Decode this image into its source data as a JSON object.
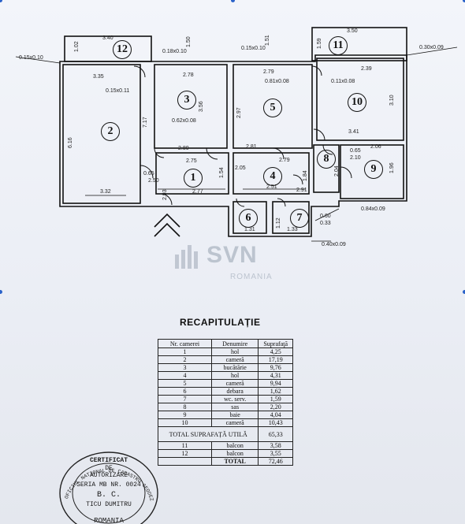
{
  "rooms": [
    {
      "id": "1",
      "label": "1"
    },
    {
      "id": "2",
      "label": "2"
    },
    {
      "id": "3",
      "label": "3"
    },
    {
      "id": "4",
      "label": "4"
    },
    {
      "id": "5",
      "label": "5"
    },
    {
      "id": "6",
      "label": "6"
    },
    {
      "id": "7",
      "label": "7"
    },
    {
      "id": "8",
      "label": "8"
    },
    {
      "id": "9",
      "label": "9"
    },
    {
      "id": "10",
      "label": "10"
    },
    {
      "id": "11",
      "label": "11"
    },
    {
      "id": "12",
      "label": "12"
    }
  ],
  "dimensions": {
    "d1": "3.40",
    "d2": "3.50",
    "d3": "2.78",
    "d4": "2.79",
    "d5": "2.39",
    "d6": "3.35",
    "d7": "6.16",
    "d8": "3.32",
    "d9": "2.77",
    "d10": "2.75",
    "d11": "2.80",
    "d12": "2.81",
    "d13": "2.79",
    "d14": "3.41",
    "d15": "2.06",
    "d16": "3.10",
    "d17": "1.96",
    "d18": "3.56",
    "d19": "2.97",
    "d20": "7.17",
    "d21": "1.31",
    "d22": "1.33",
    "d23": "2.51",
    "d24": "2.91",
    "d25": "0.60",
    "d26": "0.33",
    "d27": "0.40x0.09",
    "d28": "0.84x0.09",
    "d29": "0.30x0.09",
    "d30": "0.15x0.10",
    "d31": "0.15x0.11",
    "d32": "0.62x0.08",
    "d33": "0.81x0.08",
    "d34": "0.11x0.08",
    "d35": "0.18x0.10",
    "d36": "0.15x0.10",
    "d37": "0.65",
    "d38": "2.10",
    "d39": "1.02",
    "d40": "1.50",
    "d41": "1.51",
    "d42": "1.59",
    "d43": "2.05",
    "d44": "2.04",
    "d45": "2.50",
    "d46": "0.65",
    "d47": "2.93",
    "d48": "1.54",
    "d49": "1.84",
    "d50": "1.12"
  },
  "watermark": {
    "brand": "SVN",
    "sub": "ROMANIA"
  },
  "recap": {
    "title": "RECAPITULAȚIE",
    "headers": {
      "num": "Nr. camerei",
      "name": "Denumire",
      "area": "Suprafaţă"
    },
    "rows": [
      {
        "num": "1",
        "name": "hol",
        "area": "4,25"
      },
      {
        "num": "2",
        "name": "cameră",
        "area": "17,19"
      },
      {
        "num": "3",
        "name": "bucătărie",
        "area": "9,76"
      },
      {
        "num": "4",
        "name": "hol",
        "area": "4,31"
      },
      {
        "num": "5",
        "name": "cameră",
        "area": "9,94"
      },
      {
        "num": "6",
        "name": "debara",
        "area": "1,62"
      },
      {
        "num": "7",
        "name": "wc. serv.",
        "area": "1,59"
      },
      {
        "num": "8",
        "name": "sas",
        "area": "2,20"
      },
      {
        "num": "9",
        "name": "baie",
        "area": "4,04"
      },
      {
        "num": "10",
        "name": "cameră",
        "area": "10,43"
      }
    ],
    "useful_label": "TOTAL SUPRAFAȚĂ UTILĂ",
    "useful_value": "65,33",
    "extra_rows": [
      {
        "num": "11",
        "name": "balcon",
        "area": "3,58"
      },
      {
        "num": "12",
        "name": "balcon",
        "area": "3,55"
      }
    ],
    "total_label": "TOTAL",
    "total_value": "72,46"
  },
  "stamp": {
    "ring": "OFICIUL NATIONAL DE CADASTRU GEODEZIE SI CARTOGRAFIE",
    "l1": "CERTIFICAT",
    "l2": "DE",
    "l3": "AUTORIZARE",
    "l4": "SERIA MB NR. 0024",
    "l5": "B. C.",
    "l6": "TICU DUMITRU",
    "l7": "ROMANIA"
  }
}
